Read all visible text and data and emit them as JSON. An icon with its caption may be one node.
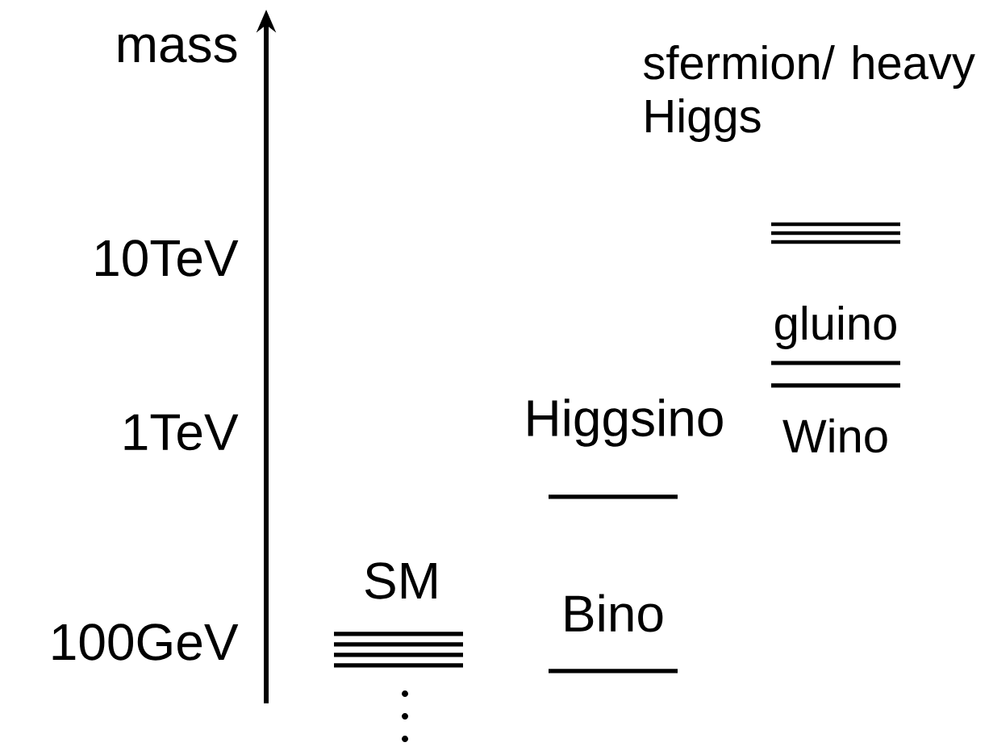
{
  "diagram": {
    "labels": [
      "mass",
      "sfermion/ heavy Higgs",
      "10TeV",
      "gluino",
      "1TeV",
      "Higgsino",
      "Wino",
      "SM",
      "Bino",
      "100GeV"
    ]
  }
}
